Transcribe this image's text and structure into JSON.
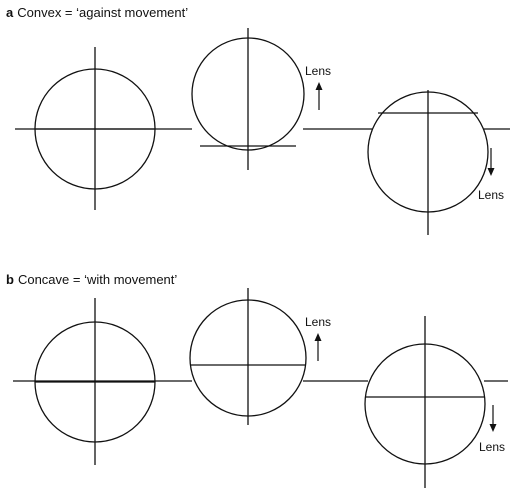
{
  "panels": [
    {
      "letter": "a",
      "title": "Convex = ‘against movement’",
      "lens_up_label": "Lens",
      "lens_down_label": "Lens"
    },
    {
      "letter": "b",
      "title": "Concave = ‘with movement’",
      "lens_up_label": "Lens",
      "lens_down_label": "Lens"
    }
  ],
  "colors": {
    "ink": "#111111",
    "background": "#ffffff"
  },
  "icons": {
    "up_arrow": "arrow-up-icon",
    "down_arrow": "arrow-down-icon"
  }
}
